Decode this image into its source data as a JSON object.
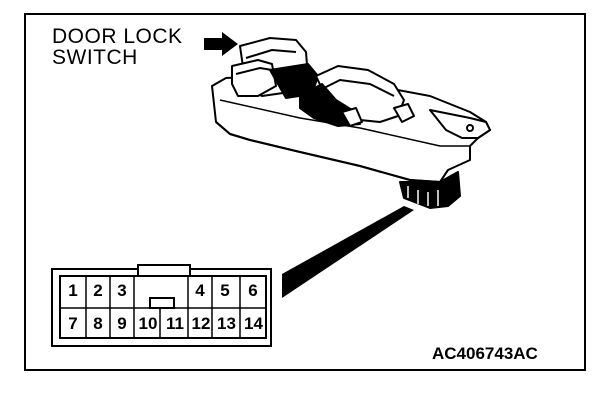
{
  "diagram": {
    "title_lines": [
      "DOOR LOCK",
      "SWITCH"
    ],
    "figure_code": "AC406743AC",
    "connector": {
      "top_row": [
        "1",
        "2",
        "3",
        "4",
        "5",
        "6"
      ],
      "bottom_row": [
        "7",
        "8",
        "9",
        "10",
        "11",
        "12",
        "13",
        "14"
      ]
    }
  }
}
